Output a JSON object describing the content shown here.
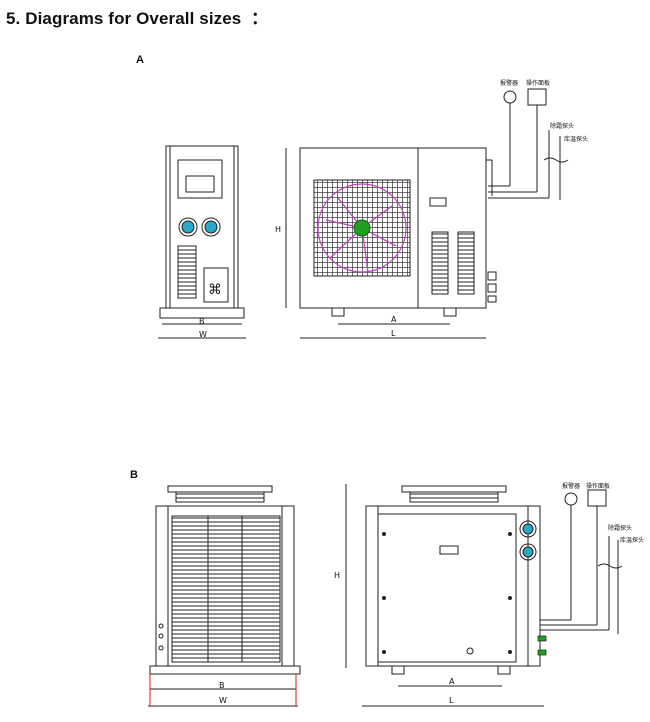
{
  "page": {
    "title": "5. Diagrams for Overall sizes  ："
  },
  "diagram_a": {
    "label": "A",
    "dims": {
      "side_b": "B",
      "side_w": "W",
      "front_a": "A",
      "front_l": "L",
      "front_h": "H"
    },
    "callouts": {
      "alarm": "报警器",
      "panel": "操作面板",
      "probe1": "除霜探头",
      "probe2": "库温探头"
    }
  },
  "diagram_b": {
    "label": "B",
    "dims": {
      "side_b": "B",
      "side_w": "W",
      "front_a": "A",
      "front_l": "L",
      "front_h": "H"
    },
    "callouts": {
      "alarm": "报警器",
      "panel": "操作面板",
      "probe1": "除霜探头",
      "probe2": "库温探头"
    }
  },
  "colors": {
    "line": "#222222",
    "fan_blade": "#c040c0",
    "fan_hub": "#20a020",
    "knob": "#2aa8c8",
    "dim_red": "#d02020"
  }
}
